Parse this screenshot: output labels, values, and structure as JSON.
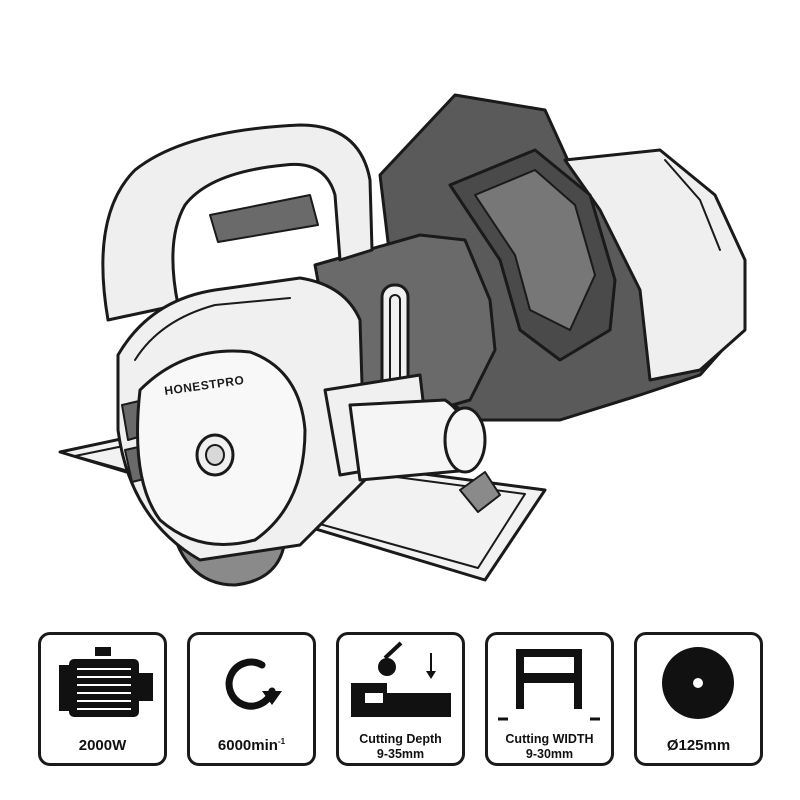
{
  "product": {
    "brand_text": "HONESTPRO",
    "icons": [
      "wall-chaser-machine-drawing",
      "motor-icon",
      "rotation-arrow-icon",
      "cutting-depth-icon",
      "cutting-width-icon",
      "disc-diameter-icon"
    ]
  },
  "colors": {
    "outline": "#1a1a1a",
    "light_body": "#f0f0f0",
    "mid_gray": "#8a8a8a",
    "dark_gray": "#5a5a5a"
  },
  "specs": {
    "power": {
      "label": "2000W"
    },
    "speed": {
      "value": "6000min",
      "sup": "-1"
    },
    "depth": {
      "line1": "Cutting Depth",
      "line2": "9-35mm"
    },
    "width": {
      "line1": "Cutting WIDTH",
      "line2": "9-30mm"
    },
    "diameter": {
      "symbol": "Ø",
      "value": "125mm"
    }
  }
}
